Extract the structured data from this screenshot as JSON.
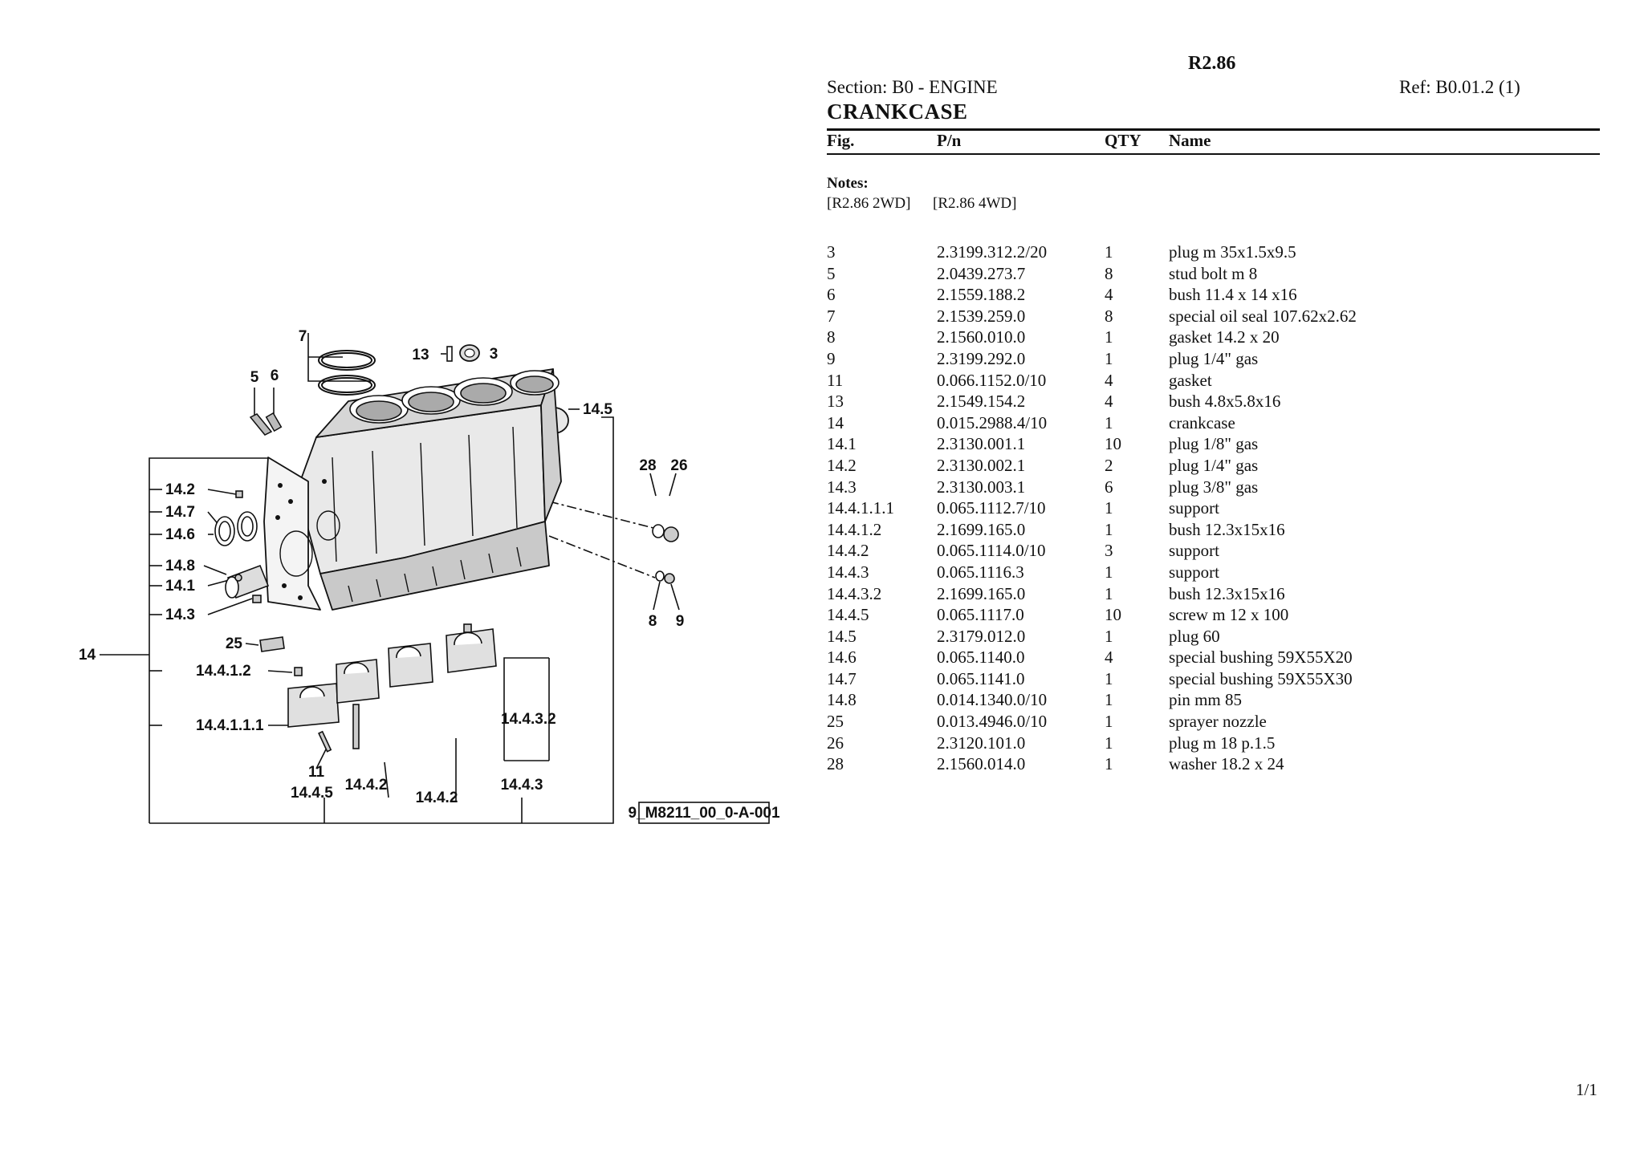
{
  "header": {
    "model": "R2.86",
    "section": "Section: B0 - ENGINE",
    "ref": "Ref: B0.01.2 (1)",
    "title": "CRANKCASE"
  },
  "table": {
    "columns": [
      "Fig.",
      "P/n",
      "QTY",
      "Name"
    ],
    "notes_label": "Notes:",
    "variants": [
      "[R2.86 2WD]",
      "[R2.86 4WD]"
    ],
    "rows": [
      {
        "fig": "3",
        "pn": "2.3199.312.2/20",
        "qty": "1",
        "name": "plug m 35x1.5x9.5"
      },
      {
        "fig": "5",
        "pn": "2.0439.273.7",
        "qty": "8",
        "name": "stud bolt m 8"
      },
      {
        "fig": "6",
        "pn": "2.1559.188.2",
        "qty": "4",
        "name": "bush 11.4 x 14 x16"
      },
      {
        "fig": "7",
        "pn": "2.1539.259.0",
        "qty": "8",
        "name": "special oil seal 107.62x2.62"
      },
      {
        "fig": "8",
        "pn": "2.1560.010.0",
        "qty": "1",
        "name": "gasket 14.2 x 20"
      },
      {
        "fig": "9",
        "pn": "2.3199.292.0",
        "qty": "1",
        "name": "plug 1/4\" gas"
      },
      {
        "fig": "11",
        "pn": "0.066.1152.0/10",
        "qty": "4",
        "name": "gasket"
      },
      {
        "fig": "13",
        "pn": "2.1549.154.2",
        "qty": "4",
        "name": "bush 4.8x5.8x16"
      },
      {
        "fig": "14",
        "pn": "0.015.2988.4/10",
        "qty": "1",
        "name": "crankcase"
      },
      {
        "fig": "14.1",
        "pn": "2.3130.001.1",
        "qty": "10",
        "name": "plug 1/8\" gas"
      },
      {
        "fig": "14.2",
        "pn": "2.3130.002.1",
        "qty": "2",
        "name": "plug 1/4\" gas"
      },
      {
        "fig": "14.3",
        "pn": "2.3130.003.1",
        "qty": "6",
        "name": "plug 3/8\" gas"
      },
      {
        "fig": "14.4.1.1.1",
        "pn": "0.065.1112.7/10",
        "qty": "1",
        "name": "support"
      },
      {
        "fig": "14.4.1.2",
        "pn": "2.1699.165.0",
        "qty": "1",
        "name": "bush 12.3x15x16"
      },
      {
        "fig": "14.4.2",
        "pn": "0.065.1114.0/10",
        "qty": "3",
        "name": "support"
      },
      {
        "fig": "14.4.3",
        "pn": "0.065.1116.3",
        "qty": "1",
        "name": "support"
      },
      {
        "fig": "14.4.3.2",
        "pn": "2.1699.165.0",
        "qty": "1",
        "name": "bush 12.3x15x16"
      },
      {
        "fig": "14.4.5",
        "pn": "0.065.1117.0",
        "qty": "10",
        "name": "screw m 12 x 100"
      },
      {
        "fig": "14.5",
        "pn": "2.3179.012.0",
        "qty": "1",
        "name": "plug 60"
      },
      {
        "fig": "14.6",
        "pn": "0.065.1140.0",
        "qty": "4",
        "name": "special bushing 59X55X20"
      },
      {
        "fig": "14.7",
        "pn": "0.065.1141.0",
        "qty": "1",
        "name": "special bushing 59X55X30"
      },
      {
        "fig": "14.8",
        "pn": "0.014.1340.0/10",
        "qty": "1",
        "name": "pin mm 85"
      },
      {
        "fig": "25",
        "pn": "0.013.4946.0/10",
        "qty": "1",
        "name": "sprayer nozzle"
      },
      {
        "fig": "26",
        "pn": "2.3120.101.0",
        "qty": "1",
        "name": "plug m 18 p.1.5"
      },
      {
        "fig": "28",
        "pn": "2.1560.014.0",
        "qty": "1",
        "name": "washer 18.2 x 24"
      }
    ]
  },
  "diagram": {
    "code": "9_M8211_00_0-A-001",
    "callouts": {
      "c7": "7",
      "c13": "13",
      "c3": "3",
      "c5": "5",
      "c6": "6",
      "c145": "14.5",
      "c142": "14.2",
      "c147": "14.7",
      "c146": "14.6",
      "c148": "14.8",
      "c141": "14.1",
      "c143": "14.3",
      "c14": "14",
      "c25": "25",
      "c1412": "14.4.1.2",
      "c14111": "14.4.1.1.1",
      "c11": "11",
      "c1445": "14.4.5",
      "c1442a": "14.4.2",
      "c1442b": "14.4.2",
      "c1443": "14.4.3",
      "c14432": "14.4.3.2",
      "c28": "28",
      "c26": "26",
      "c8": "8",
      "c9": "9"
    }
  },
  "footer": {
    "page": "1/1"
  }
}
